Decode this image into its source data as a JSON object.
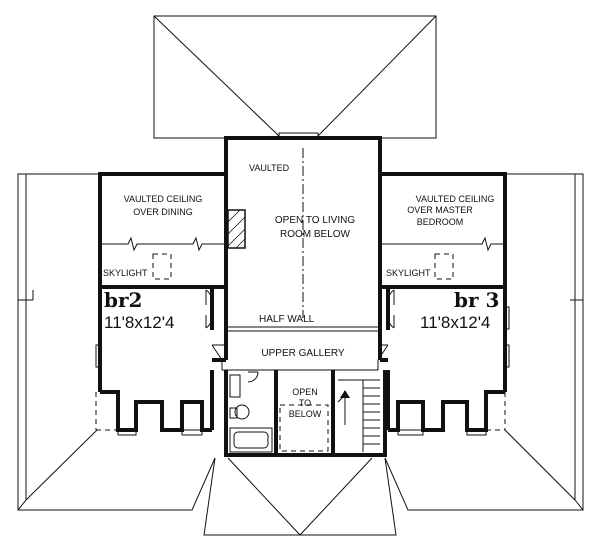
{
  "labels": {
    "vaulted_small": "VAULTED",
    "dining_line1": "VAULTED CEILING",
    "dining_line2": "OVER DINING",
    "open_living_line1": "OPEN TO LIVING",
    "open_living_line2": "ROOM BELOW",
    "master_line1": "VAULTED CEILING",
    "master_line2": "OVER MASTER",
    "master_line3": "BEDROOM",
    "skylight_left": "SKYLIGHT",
    "skylight_right": "SKYLIGHT",
    "br2_name": "br2",
    "br2_size": "11'8x12'4",
    "br3_name": "br 3",
    "br3_size": "11'8x12'4",
    "half_wall": "HALF WALL",
    "upper_gallery": "UPPER GALLERY",
    "open_below_line1": "OPEN",
    "open_below_line2": "TO",
    "open_below_line3": "BELOW"
  }
}
